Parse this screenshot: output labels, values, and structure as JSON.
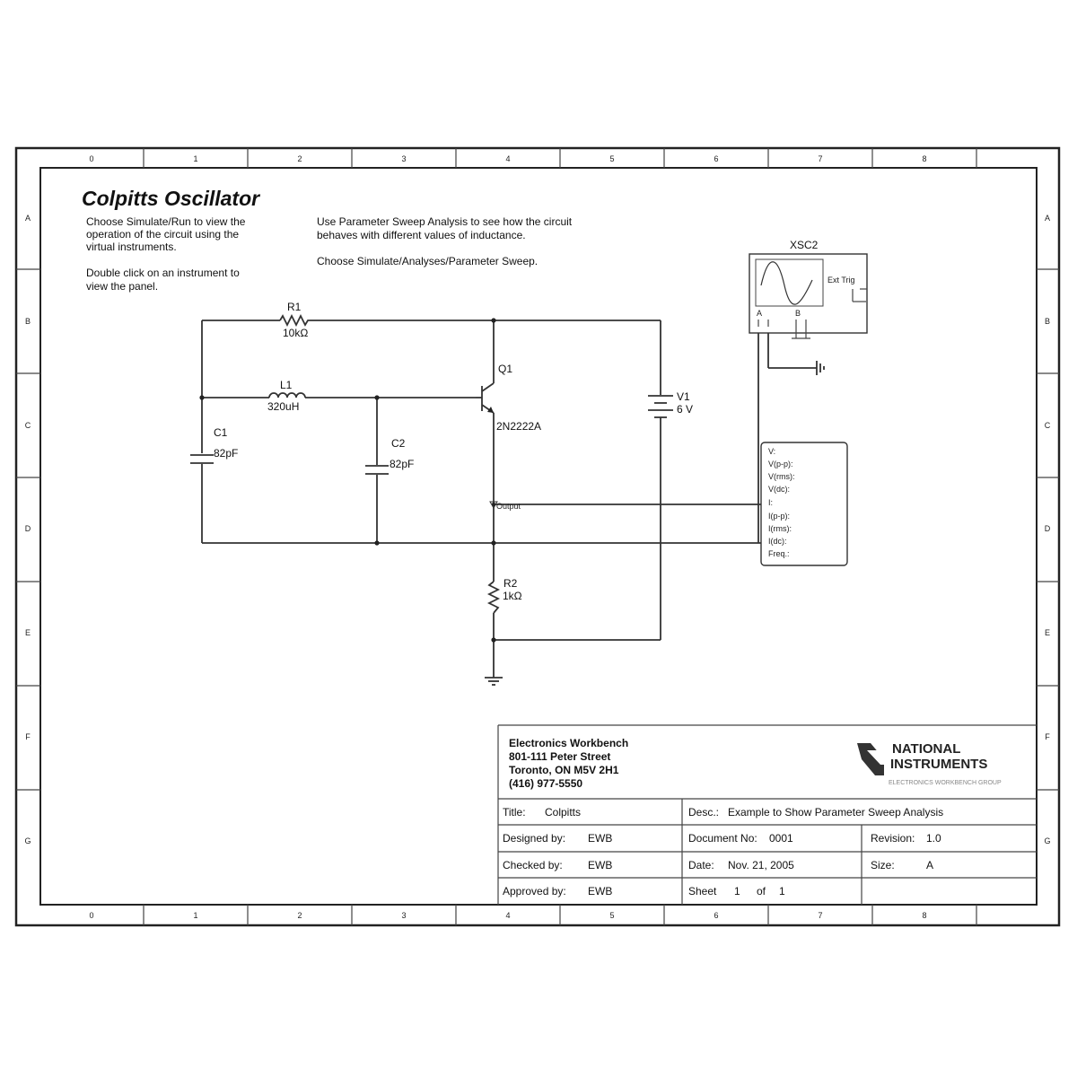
{
  "title": "Colpitts Oscillator",
  "notes": {
    "left": [
      "Choose Simulate/Run to view the",
      "operation of the circuit using the",
      "virtual instruments.",
      "",
      "Double click on an instrument to",
      "view the panel."
    ],
    "right": [
      "Use Parameter Sweep Analysis to see how the circuit",
      "behaves with different values of inductance.",
      "",
      "Choose Simulate/Analyses/Parameter Sweep."
    ]
  },
  "frame": {
    "columns": [
      "0",
      "1",
      "2",
      "3",
      "4",
      "5",
      "6",
      "7",
      "8"
    ],
    "rows": [
      "A",
      "B",
      "C",
      "D",
      "E",
      "F",
      "G"
    ]
  },
  "components": {
    "r1": {
      "ref": "R1",
      "value": "10kΩ"
    },
    "l1": {
      "ref": "L1",
      "value": "320uH"
    },
    "c1": {
      "ref": "C1",
      "value": "82pF"
    },
    "c2": {
      "ref": "C2",
      "value": "82pF"
    },
    "q1": {
      "ref": "Q1",
      "value": "2N2222A"
    },
    "v1": {
      "ref": "V1",
      "value": "6 V"
    },
    "r2": {
      "ref": "R2",
      "value": "1kΩ"
    },
    "output_label": "Output"
  },
  "oscilloscope": {
    "ref": "XSC2",
    "ext_trig": "Ext Trig",
    "channel_a": "A",
    "channel_b": "B"
  },
  "probe": {
    "lines": [
      "V:",
      "V(p-p):",
      "V(rms):",
      "V(dc):",
      "I:",
      "I(p-p):",
      "I(rms):",
      "I(dc):",
      "Freq.:"
    ]
  },
  "title_block": {
    "company": [
      "Electronics Workbench",
      "801-111 Peter Street",
      "Toronto, ON M5V 2H1",
      "(416) 977-5550"
    ],
    "logo": {
      "line1": "NATIONAL",
      "line2": "INSTRUMENTS",
      "line3": "ELECTRONICS WORKBENCH GROUP"
    },
    "title_label": "Title:",
    "title_value": "Colpitts",
    "desc_label": "Desc.:",
    "desc_value": "Example to Show Parameter Sweep Analysis",
    "designed_label": "Designed by:",
    "designed_value": "EWB",
    "document_label": "Document No:",
    "document_value": "0001",
    "revision_label": "Revision:",
    "revision_value": "1.0",
    "checked_label": "Checked by:",
    "checked_value": "EWB",
    "date_label": "Date:",
    "date_value": "Nov. 21, 2005",
    "size_label": "Size:",
    "size_value": "A",
    "approved_label": "Approved by:",
    "approved_value": "EWB",
    "sheet_label": "Sheet",
    "sheet_value": "1",
    "of_label": "of",
    "sheet_total": "1"
  }
}
